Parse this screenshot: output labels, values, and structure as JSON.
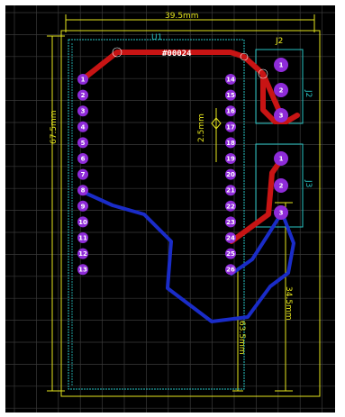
{
  "board": {
    "width_dimension": "39.5mm",
    "height_dimension": "67.5mm",
    "pitch_dimension": "2.5mm",
    "right_dimension": "34.5mm",
    "bottom_side_dimension": "63.5mm",
    "net_label": "#00024",
    "u1_ref": "U1",
    "j2_ref": "J2",
    "j3_ref": "J3",
    "j2_small_label": "J2",
    "u1_left_pins": [
      "1",
      "2",
      "3",
      "4",
      "5",
      "6",
      "7",
      "8",
      "9",
      "10",
      "11",
      "12",
      "13"
    ],
    "u1_right_pins": [
      "14",
      "15",
      "16",
      "17",
      "18",
      "19",
      "20",
      "21",
      "22",
      "23",
      "24",
      "25",
      "26"
    ],
    "j2_pins": [
      "1",
      "2",
      "3"
    ],
    "j3_pins": [
      "1",
      "2",
      "3"
    ]
  },
  "colors": {
    "background": "#000000",
    "grid": "#3a3a3a",
    "dimension": "#e6e61e",
    "outline": "#29c4c4",
    "pad": "#8e2bd8",
    "top_trace": "#c81414",
    "bottom_trace": "#1a2cc8"
  }
}
